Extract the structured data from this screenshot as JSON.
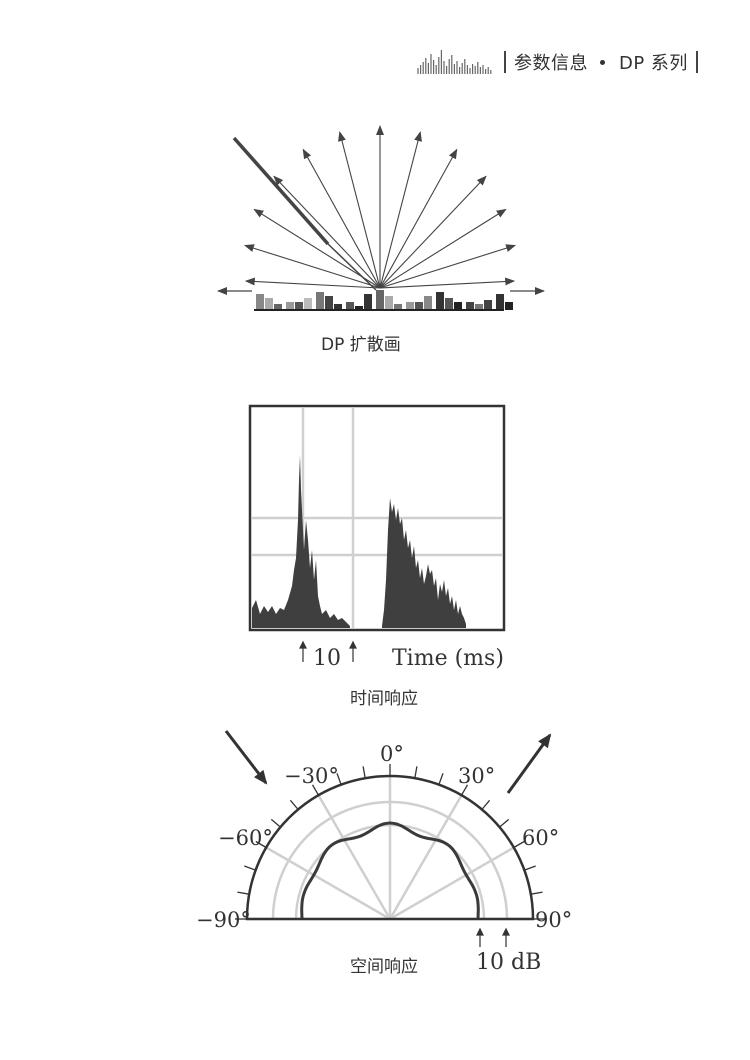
{
  "header": {
    "section": "参数信息",
    "series": "DP 系列"
  },
  "diffusion_figure": {
    "caption": "DP 扩散画"
  },
  "time_figure": {
    "caption": "时间响应",
    "tick_label": "10",
    "axis_label": "Time (ms)"
  },
  "spatial_figure": {
    "caption": "空间响应",
    "angle_labels": {
      "zero": "0°",
      "neg30": "−30°",
      "pos30": "30°",
      "neg60": "−60°",
      "pos60": "60°",
      "neg90": "−90°",
      "pos90": "90°"
    },
    "db_label": "10 dB"
  }
}
